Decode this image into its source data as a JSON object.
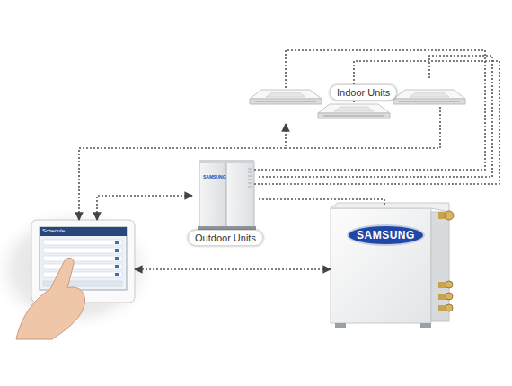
{
  "diagram": {
    "nodes": [
      {
        "text": [
          "Indoor Units"
        ]
      },
      {
        "text": [
          "Outdoor Units"
        ]
      },
      {
        "text": [
          "SAMSUNG"
        ]
      },
      {
        "text": [
          "Schedule"
        ]
      }
    ],
    "edges": [
      {
        "from": 3,
        "to": 0,
        "arrow": "both"
      },
      {
        "from": 3,
        "to": 1,
        "arrow": "both"
      },
      {
        "from": 3,
        "to": 2,
        "arrow": "both"
      },
      {
        "from": 1,
        "to": 0,
        "arrow": "none"
      },
      {
        "from": 1,
        "to": 2,
        "arrow": "none"
      }
    ],
    "labels": [
      "SAMSUNG"
    ]
  }
}
